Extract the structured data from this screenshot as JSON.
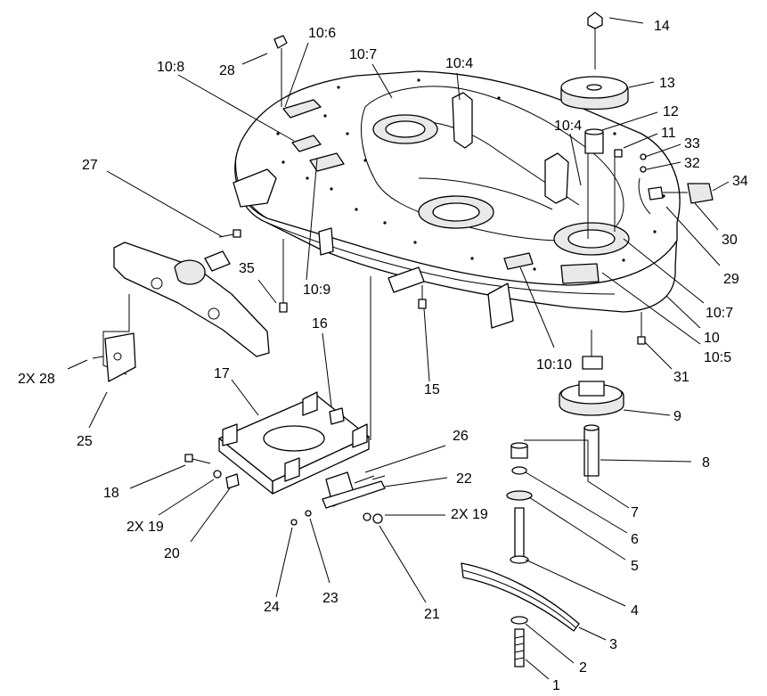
{
  "callouts": [
    {
      "id": "c-14",
      "text": "14"
    },
    {
      "id": "c-13",
      "text": "13"
    },
    {
      "id": "c-12",
      "text": "12"
    },
    {
      "id": "c-11",
      "text": "11"
    },
    {
      "id": "c-33",
      "text": "33"
    },
    {
      "id": "c-32",
      "text": "32"
    },
    {
      "id": "c-34",
      "text": "34"
    },
    {
      "id": "c-30",
      "text": "30"
    },
    {
      "id": "c-29",
      "text": "29"
    },
    {
      "id": "c-10-7b",
      "text": "10:7"
    },
    {
      "id": "c-10",
      "text": "10"
    },
    {
      "id": "c-10-5",
      "text": "10:5"
    },
    {
      "id": "c-31",
      "text": "31"
    },
    {
      "id": "c-9",
      "text": "9"
    },
    {
      "id": "c-8",
      "text": "8"
    },
    {
      "id": "c-7",
      "text": "7"
    },
    {
      "id": "c-6",
      "text": "6"
    },
    {
      "id": "c-5",
      "text": "5"
    },
    {
      "id": "c-4",
      "text": "4"
    },
    {
      "id": "c-3",
      "text": "3"
    },
    {
      "id": "c-2",
      "text": "2"
    },
    {
      "id": "c-1",
      "text": "1"
    },
    {
      "id": "c-10-6",
      "text": "10:6"
    },
    {
      "id": "c-10-7a",
      "text": "10:7"
    },
    {
      "id": "c-10-4a",
      "text": "10:4"
    },
    {
      "id": "c-10-4b",
      "text": "10:4"
    },
    {
      "id": "c-10-8",
      "text": "10:8"
    },
    {
      "id": "c-28",
      "text": "28"
    },
    {
      "id": "c-27",
      "text": "27"
    },
    {
      "id": "c-35",
      "text": "35"
    },
    {
      "id": "c-10-9",
      "text": "10:9"
    },
    {
      "id": "c-16",
      "text": "16"
    },
    {
      "id": "c-17",
      "text": "17"
    },
    {
      "id": "c-15",
      "text": "15"
    },
    {
      "id": "c-10-10",
      "text": "10:10"
    },
    {
      "id": "c-2x28",
      "text": "2X 28"
    },
    {
      "id": "c-25",
      "text": "25"
    },
    {
      "id": "c-26",
      "text": "26"
    },
    {
      "id": "c-22",
      "text": "22"
    },
    {
      "id": "c-18",
      "text": "18"
    },
    {
      "id": "c-2x19a",
      "text": "2X 19"
    },
    {
      "id": "c-20",
      "text": "20"
    },
    {
      "id": "c-2x19b",
      "text": "2X 19"
    },
    {
      "id": "c-24",
      "text": "24"
    },
    {
      "id": "c-23",
      "text": "23"
    },
    {
      "id": "c-21",
      "text": "21"
    }
  ]
}
